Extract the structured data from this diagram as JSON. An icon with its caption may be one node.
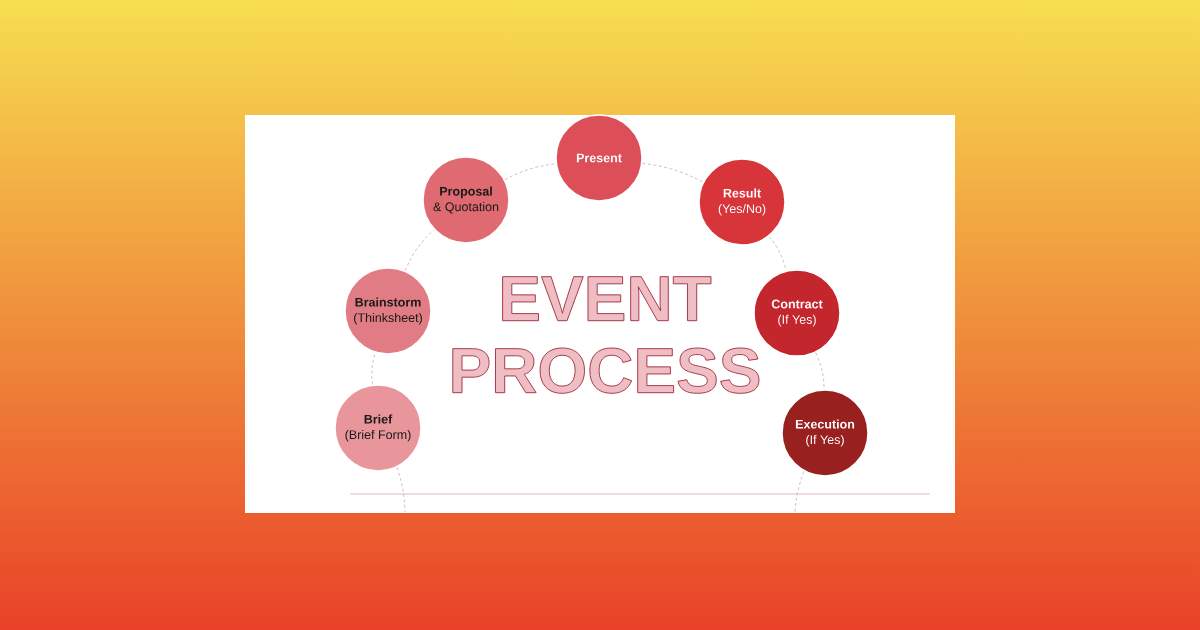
{
  "diagram": {
    "title": "EVENT PROCESS",
    "nodes": [
      {
        "text": [
          "Brief",
          "(Brief Form)"
        ]
      },
      {
        "text": [
          "Brainstorm",
          "(Thinksheet)"
        ]
      },
      {
        "text": [
          "Proposal",
          "& Quotation"
        ]
      },
      {
        "text": [
          "Present"
        ]
      },
      {
        "text": [
          "Result",
          "(Yes/No)"
        ]
      },
      {
        "text": [
          "Contract",
          "(If Yes)"
        ]
      },
      {
        "text": [
          "Execution",
          "(If Yes)"
        ]
      }
    ],
    "edges": [
      {
        "from": 0,
        "to": 1,
        "arrow": "none",
        "style": "dashed"
      },
      {
        "from": 1,
        "to": 2,
        "arrow": "none",
        "style": "dashed"
      },
      {
        "from": 2,
        "to": 3,
        "arrow": "none",
        "style": "dashed"
      },
      {
        "from": 3,
        "to": 4,
        "arrow": "none",
        "style": "dashed"
      },
      {
        "from": 4,
        "to": 5,
        "arrow": "none",
        "style": "dashed"
      },
      {
        "from": 5,
        "to": 6,
        "arrow": "none",
        "style": "dashed"
      },
      {
        "from": 0,
        "to": null,
        "arrow": "none",
        "style": "dashed"
      },
      {
        "from": 6,
        "to": null,
        "arrow": "none",
        "style": "dashed"
      }
    ]
  }
}
